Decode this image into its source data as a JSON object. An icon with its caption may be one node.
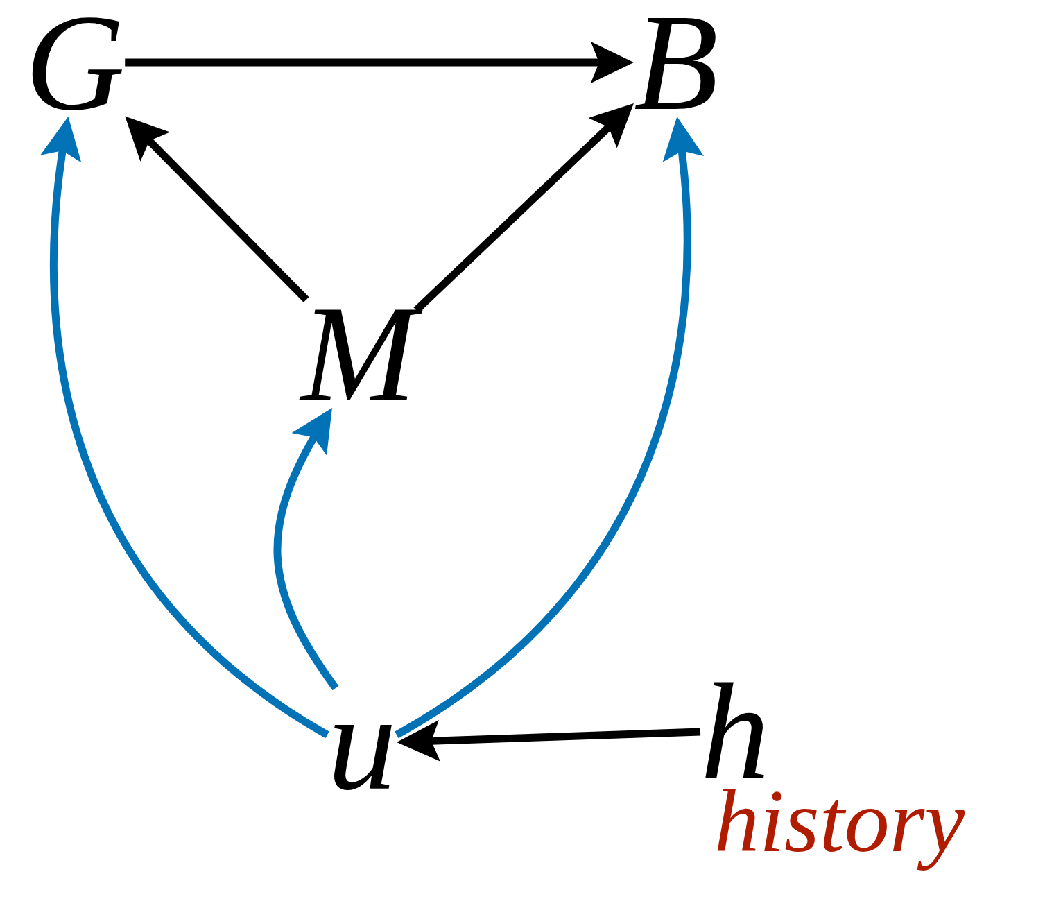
{
  "diagram": {
    "nodes": [
      {
        "text": [
          "G"
        ]
      },
      {
        "text": [
          "B"
        ]
      },
      {
        "text": [
          "M"
        ]
      },
      {
        "text": [
          "u"
        ]
      },
      {
        "text": [
          "h"
        ],
        "beside": [
          "history"
        ]
      }
    ],
    "edges": [
      {
        "from": 0,
        "to": 1,
        "arrow": "to"
      },
      {
        "from": 2,
        "to": 0,
        "arrow": "to"
      },
      {
        "from": 2,
        "to": 1,
        "arrow": "to"
      },
      {
        "from": 3,
        "to": 0,
        "arrow": "to",
        "color": "#0072b5"
      },
      {
        "from": 3,
        "to": 2,
        "arrow": "to",
        "color": "#0072b5"
      },
      {
        "from": 3,
        "to": 1,
        "arrow": "to",
        "color": "#0072b5"
      },
      {
        "from": 4,
        "to": 3,
        "arrow": "to"
      }
    ]
  }
}
